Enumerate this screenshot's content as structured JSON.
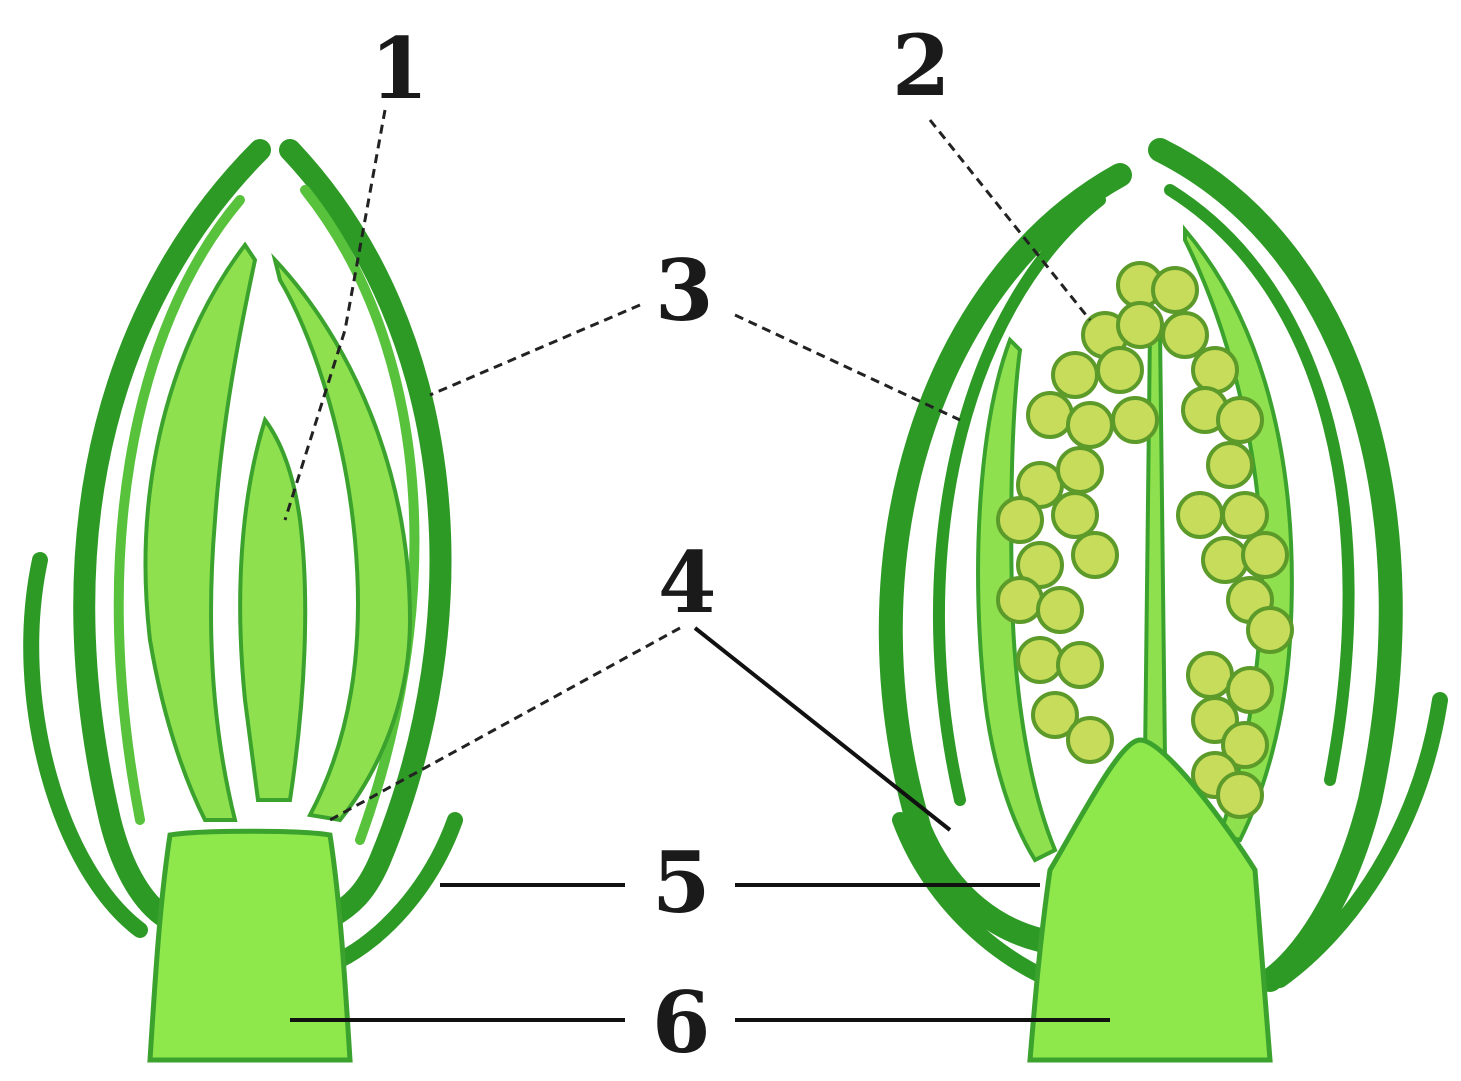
{
  "labels": {
    "l1": "1",
    "l2": "2",
    "l3": "3",
    "l4": "4",
    "l5": "5",
    "l6": "6"
  },
  "colors": {
    "dark_green": "#2e9a26",
    "light_green": "#8ee84c",
    "flower_yellow": "#c8dc5c"
  }
}
